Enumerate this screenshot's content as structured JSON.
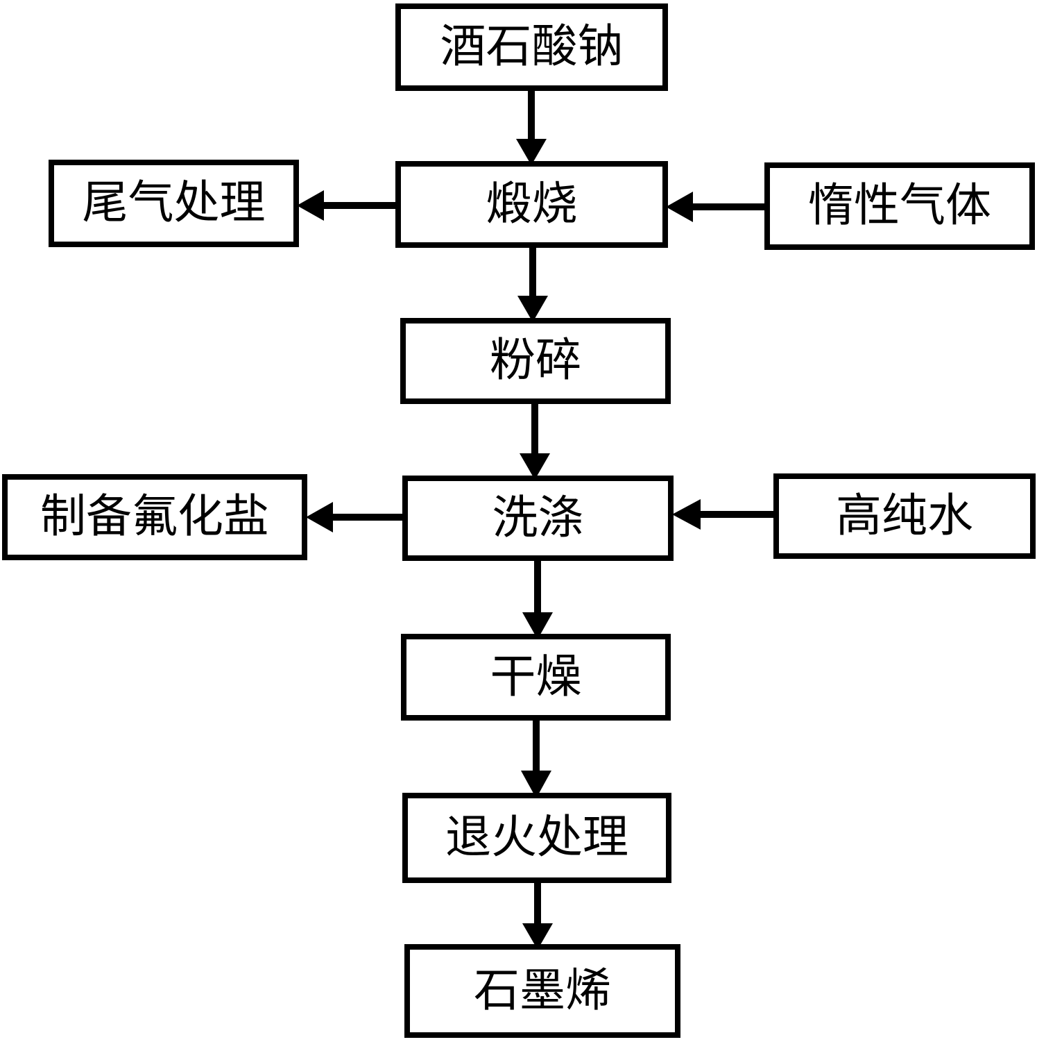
{
  "diagram": {
    "type": "flowchart",
    "description": "Graphene preparation process flow",
    "colors": {
      "box_border": "#000000",
      "box_fill": "#ffffff",
      "text": "#000000",
      "arrow": "#000000",
      "background": "#ffffff"
    },
    "nodes": {
      "sodium_tartrate": {
        "label": "酒石酸钠"
      },
      "tail_gas_treatment": {
        "label": "尾气处理"
      },
      "calcination": {
        "label": "煅烧"
      },
      "inert_gas": {
        "label": "惰性气体"
      },
      "crushing": {
        "label": "粉碎"
      },
      "fluoride_salt_preparation": {
        "label": "制备氟化盐"
      },
      "washing": {
        "label": "洗涤"
      },
      "high_purity_water": {
        "label": "高纯水"
      },
      "drying": {
        "label": "干燥"
      },
      "annealing": {
        "label": "退火处理"
      },
      "graphene": {
        "label": "石墨烯"
      }
    },
    "edges": [
      {
        "from": "sodium_tartrate",
        "to": "calcination"
      },
      {
        "from": "calcination",
        "to": "tail_gas_treatment"
      },
      {
        "from": "inert_gas",
        "to": "calcination"
      },
      {
        "from": "calcination",
        "to": "crushing"
      },
      {
        "from": "crushing",
        "to": "washing"
      },
      {
        "from": "washing",
        "to": "fluoride_salt_preparation"
      },
      {
        "from": "high_purity_water",
        "to": "washing"
      },
      {
        "from": "washing",
        "to": "drying"
      },
      {
        "from": "drying",
        "to": "annealing"
      },
      {
        "from": "annealing",
        "to": "graphene"
      }
    ]
  }
}
